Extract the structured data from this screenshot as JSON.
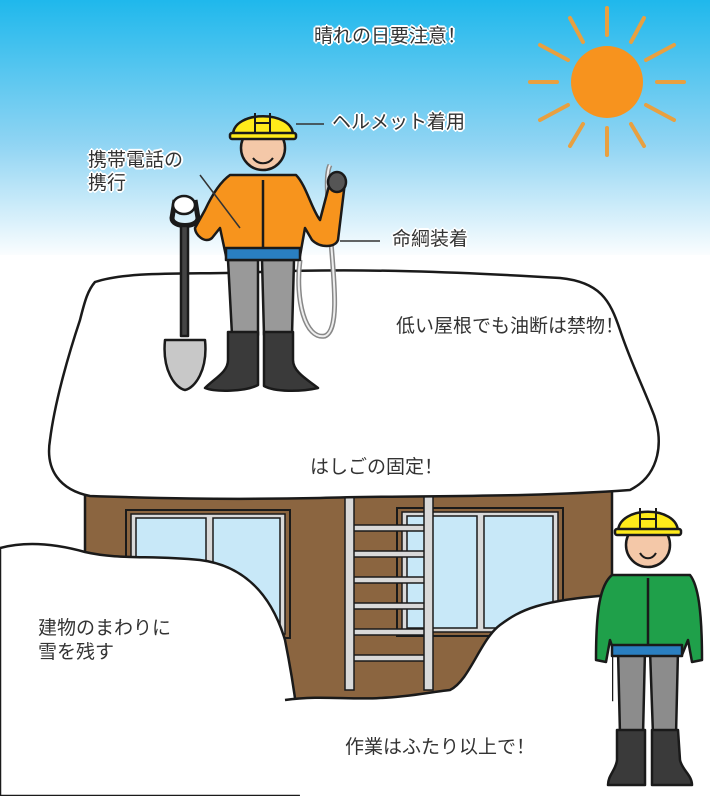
{
  "illustration": {
    "title": "雪下ろし安全注意イラスト",
    "colors": {
      "sky_top": "#1fb8ec",
      "sky_bottom": "#ffffff",
      "sun": "#f7931e",
      "sun_rays": "#e8a040",
      "helmet": "#ffeb1a",
      "jacket_orange": "#f7941d",
      "jacket_green": "#1fa04a",
      "pants": "#8c8c8c",
      "boots": "#3a3a3a",
      "belt": "#2a7fc1",
      "house_wall": "#8b6540",
      "window_glass": "#c8e8f8",
      "ladder": "#d9d9d9",
      "snow": "#ffffff",
      "outline": "#1a1a1a",
      "text": "#333333"
    }
  },
  "labels": {
    "sunny_day": "晴れの日要注意！",
    "helmet": "ヘルメット着用",
    "phone_line1": "携帯電話の",
    "phone_line2": "携行",
    "lifeline": "命綱装着",
    "low_roof": "低い屋根でも油断は禁物！",
    "ladder": "はしごの固定！",
    "snow_around_line1": "建物のまわりに",
    "snow_around_line2": "雪を残す",
    "two_people": "作業はふたり以上で！"
  },
  "icons": {
    "sun": "sun-icon",
    "worker_roof": "worker-orange-icon",
    "worker_ground": "worker-green-icon",
    "shovel": "shovel-icon",
    "lifeline_rope": "rope-icon",
    "ladder": "ladder-icon",
    "house": "house-icon"
  }
}
